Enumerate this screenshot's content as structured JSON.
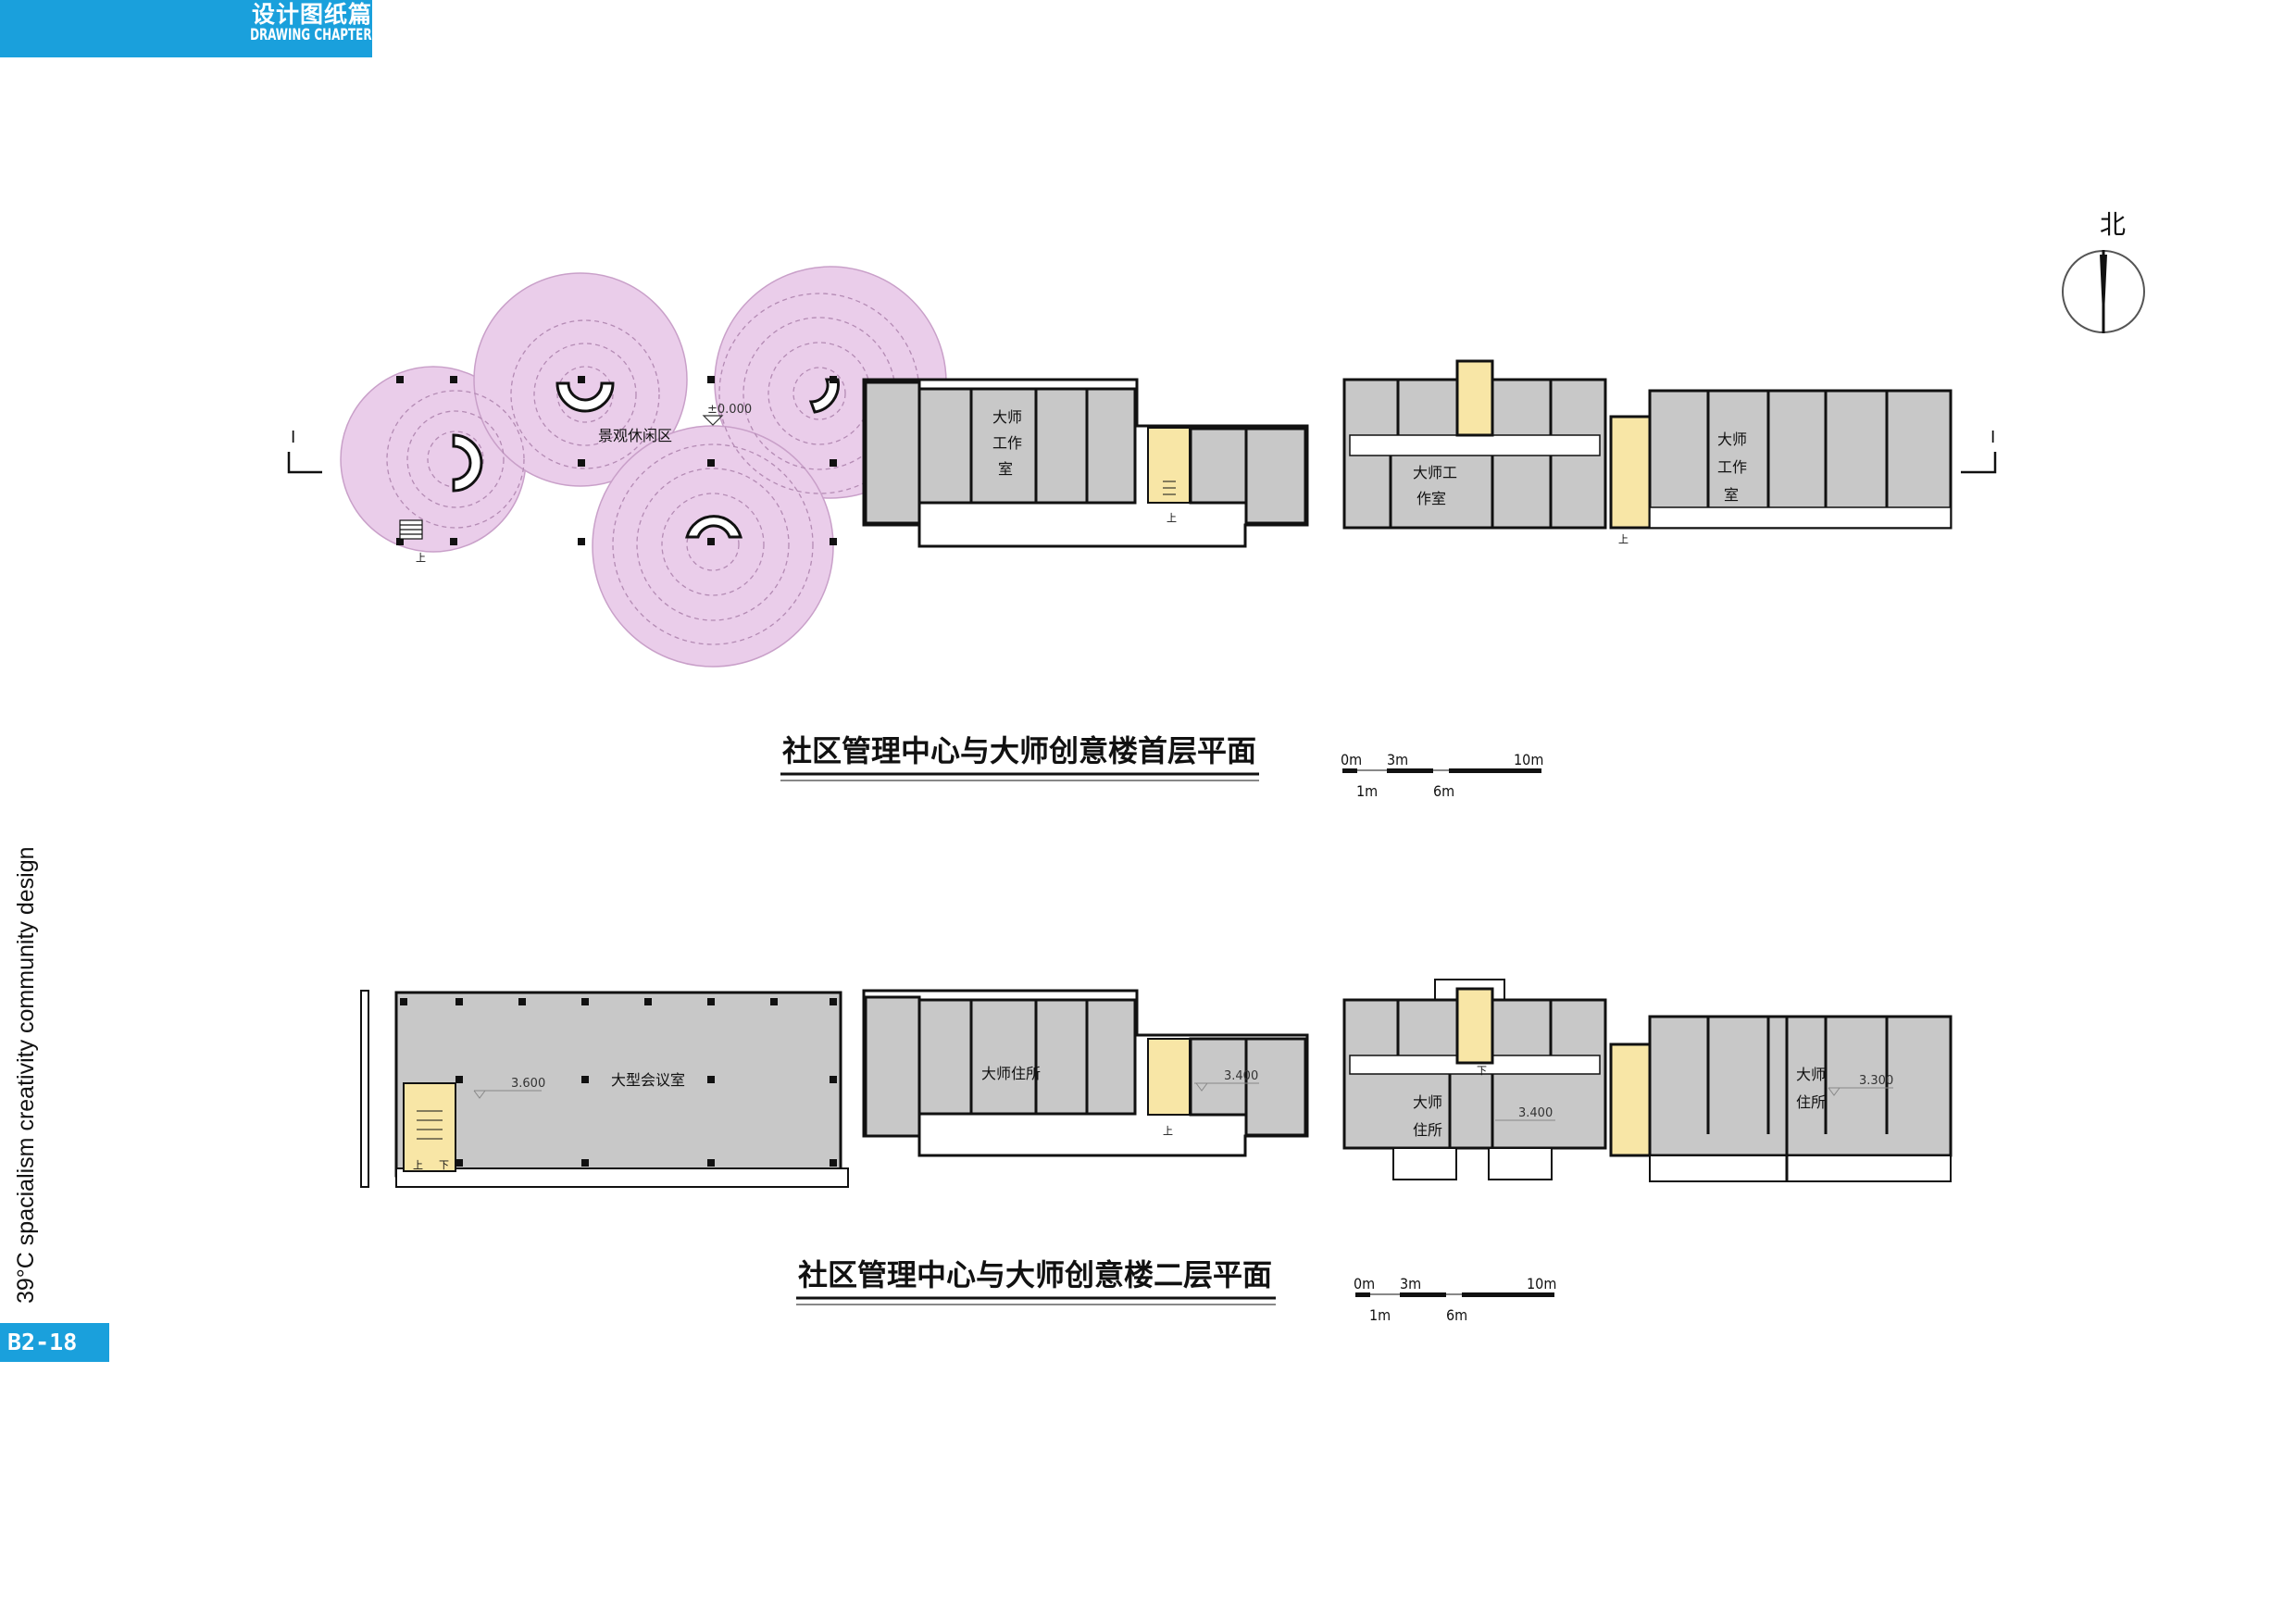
{
  "header": {
    "title_cn": "设计图纸篇",
    "title_en": "DRAWING CHAPTER"
  },
  "side_title": "39°C spacialism creativity community design",
  "page_number": "B2-18",
  "north_label": "北",
  "section_marker": "I",
  "colors": {
    "accent": "#1aa0dc",
    "room_fill": "#c8c8c8",
    "stair_fill": "#f8e6a6",
    "landscape_circle": "#eacdea"
  },
  "ground_floor": {
    "title": "社区管理中心与大师创意楼首层平面",
    "landscape_label": "景观休闲区",
    "elevation": "±0.000",
    "room_master_studio_1": [
      "大师",
      "工作",
      "室"
    ],
    "room_master_studio_2": [
      "大师工",
      "作室"
    ],
    "room_master_studio_3": [
      "大师",
      "工作",
      "室"
    ],
    "stair_mark": "上"
  },
  "second_floor": {
    "title": "社区管理中心与大师创意楼二层平面",
    "conference_room": "大型会议室",
    "residence_1": "大师住所",
    "residence_2": [
      "大师",
      "住所"
    ],
    "residence_3": [
      "大师",
      "住所"
    ],
    "elevations": [
      "3.600",
      "3.400",
      "3.400",
      "3.300"
    ],
    "stair_up": "上",
    "stair_down": "下"
  },
  "scale_bar": {
    "top_labels": [
      "0m",
      "3m",
      "10m"
    ],
    "bottom_labels": [
      "1m",
      "6m"
    ]
  }
}
